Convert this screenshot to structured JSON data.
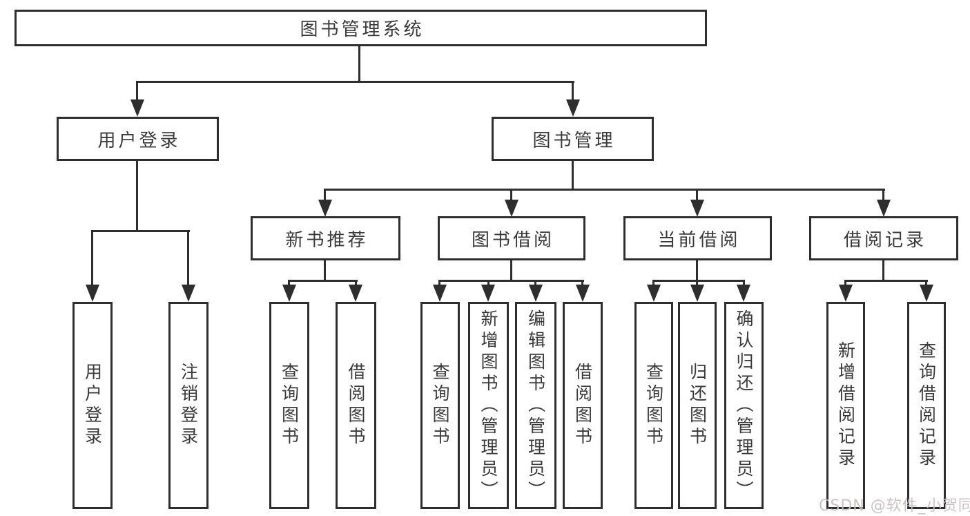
{
  "diagram": {
    "title": "图书管理系统",
    "type": "hierarchy-tree",
    "nodes": {
      "root": "图书管理系统",
      "user_login": "用户登录",
      "book_mgmt": "图书管理",
      "new_book_rec": "新书推荐",
      "book_borrow": "图书借阅",
      "current_borrow": "当前借阅",
      "borrow_records": "借阅记录",
      "leaf_user_login": "用户登录",
      "leaf_logout": "注销登录",
      "leaf_nbr_query_books": "查询图书",
      "leaf_nbr_borrow_books": "借阅图书",
      "leaf_bb_query_books": "查询图书",
      "leaf_bb_add_books": "新增图书（管理员）",
      "leaf_bb_edit_books": "编辑图书（管理员）",
      "leaf_bb_borrow_books": "借阅图书",
      "leaf_cb_query_books": "查询图书",
      "leaf_cb_return_books": "归还图书",
      "leaf_cb_confirm_return": "确认归还（管理员）",
      "leaf_br_add_record": "新增借阅记录",
      "leaf_br_query_record": "查询借阅记录"
    },
    "edges": [
      [
        "root",
        "user_login"
      ],
      [
        "root",
        "book_mgmt"
      ],
      [
        "user_login",
        "leaf_user_login"
      ],
      [
        "user_login",
        "leaf_logout"
      ],
      [
        "book_mgmt",
        "new_book_rec"
      ],
      [
        "book_mgmt",
        "book_borrow"
      ],
      [
        "book_mgmt",
        "current_borrow"
      ],
      [
        "book_mgmt",
        "borrow_records"
      ],
      [
        "new_book_rec",
        "leaf_nbr_query_books"
      ],
      [
        "new_book_rec",
        "leaf_nbr_borrow_books"
      ],
      [
        "book_borrow",
        "leaf_bb_query_books"
      ],
      [
        "book_borrow",
        "leaf_bb_add_books"
      ],
      [
        "book_borrow",
        "leaf_bb_edit_books"
      ],
      [
        "book_borrow",
        "leaf_bb_borrow_books"
      ],
      [
        "current_borrow",
        "leaf_cb_query_books"
      ],
      [
        "current_borrow",
        "leaf_cb_return_books"
      ],
      [
        "current_borrow",
        "leaf_cb_confirm_return"
      ],
      [
        "borrow_records",
        "leaf_br_add_record"
      ],
      [
        "borrow_records",
        "leaf_br_query_record"
      ]
    ],
    "colors": {
      "line": "#2e2e2e",
      "box_border": "#2e2e2e",
      "box_fill": "#ffffff",
      "text": "#3a3a3a",
      "watermark": "#c6c1c1",
      "background": "#ffffff"
    }
  },
  "watermark": "CSDN @软件_小贺同学"
}
